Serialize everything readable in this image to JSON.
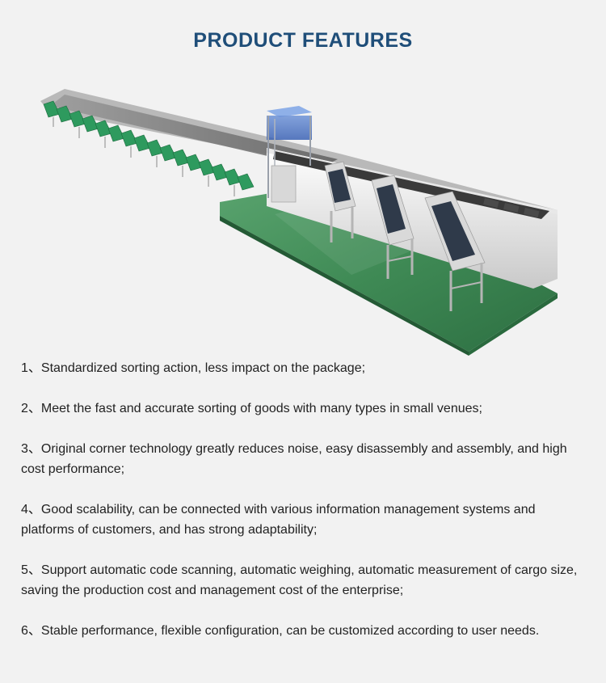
{
  "title": "PRODUCT FEATURES",
  "colors": {
    "title": "#1f4e79",
    "background": "#f2f2f2",
    "text": "#222222",
    "platform_green": "#3f8a55",
    "sorter_green": "#2e9a5e",
    "frame_blue": "#4a78c8"
  },
  "illustration": {
    "icon": "sorting-conveyor-illustration"
  },
  "features": [
    {
      "number": "1、",
      "text": "Standardized sorting action, less impact on the package;"
    },
    {
      "number": "2、",
      "text": "Meet the fast and accurate sorting of goods with many types in small venues;"
    },
    {
      "number": "3、",
      "text": "Original corner technology greatly reduces noise, easy disassembly and assembly, and high cost performance;"
    },
    {
      "number": "4、",
      "text": "Good scalability, can be connected with various information management systems and platforms of customers, and has strong adaptability;"
    },
    {
      "number": "5、",
      "text": "Support automatic code scanning, automatic weighing, automatic measurement of cargo size, saving the production cost and management cost of the enterprise;"
    },
    {
      "number": "6、",
      "text": "Stable performance, flexible configuration, can be customized according to user needs."
    }
  ]
}
